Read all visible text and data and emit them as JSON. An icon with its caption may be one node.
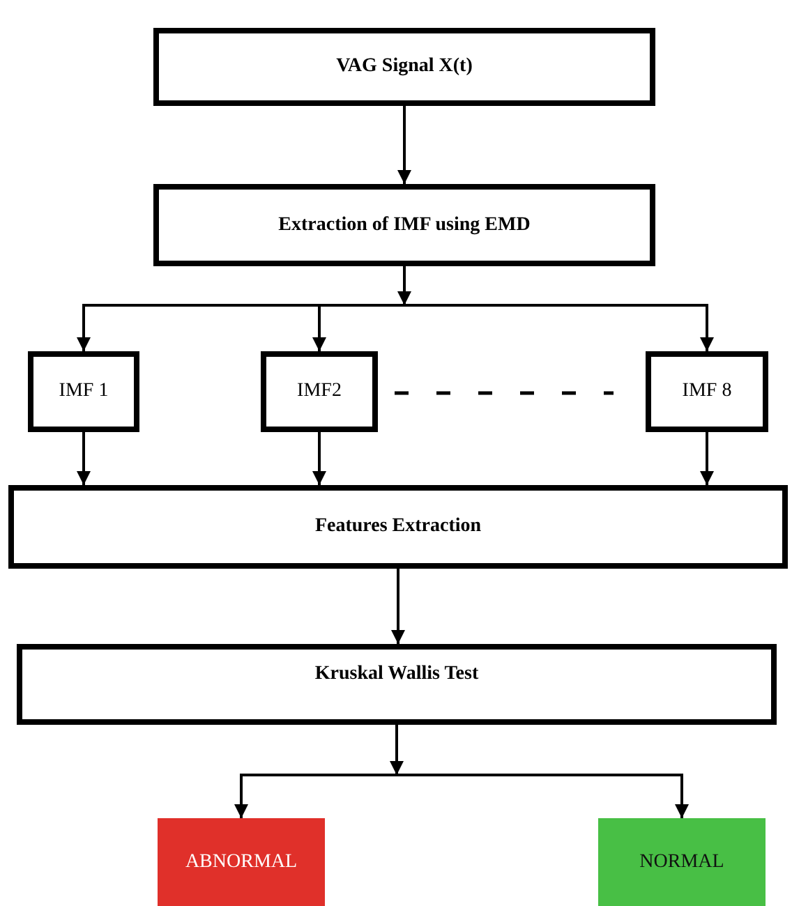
{
  "diagram": {
    "nodes": [
      {
        "text": [
          "VAG  Signal X(t)"
        ]
      },
      {
        "text": [
          "Extraction of IMF using EMD"
        ]
      },
      {
        "text": [
          "IMF 1"
        ]
      },
      {
        "text": [
          "IMF2"
        ]
      },
      {
        "text": [
          "IMF 8"
        ]
      },
      {
        "text": [
          "Features Extraction"
        ]
      },
      {
        "text": [
          "Kruskal Wallis Test"
        ]
      },
      {
        "text": [
          "ABNORMAL"
        ]
      },
      {
        "text": [
          "NORMAL"
        ]
      }
    ],
    "edges": [
      {
        "from": 0,
        "to": 1,
        "arrow": "to"
      },
      {
        "from": 1,
        "to": 2,
        "arrow": "to"
      },
      {
        "from": 1,
        "to": 3,
        "arrow": "to"
      },
      {
        "from": 1,
        "to": 4,
        "arrow": "to"
      },
      {
        "from": 2,
        "to": 5,
        "arrow": "to"
      },
      {
        "from": 3,
        "to": 5,
        "arrow": "to"
      },
      {
        "from": 4,
        "to": 5,
        "arrow": "to"
      },
      {
        "from": 5,
        "to": 6,
        "arrow": "to"
      },
      {
        "from": 6,
        "to": 7,
        "arrow": "to"
      },
      {
        "from": 6,
        "to": 8,
        "arrow": "to"
      }
    ]
  }
}
